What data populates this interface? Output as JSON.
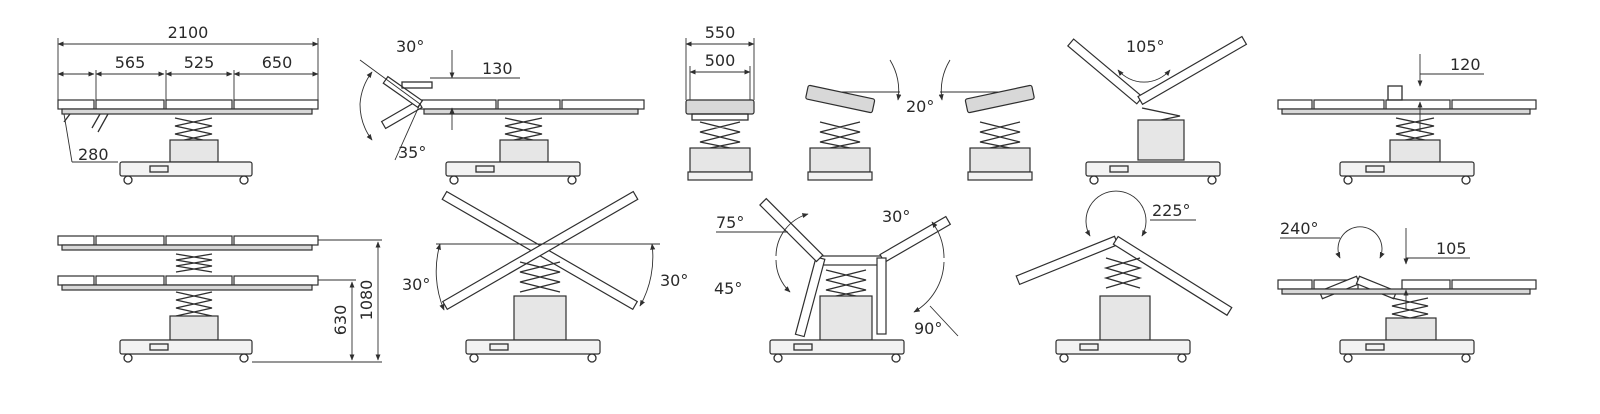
{
  "views": {
    "top_side": {
      "total_length": "2100",
      "seg_head": "565",
      "seg_back": "525",
      "seg_leg": "650",
      "head_rest": "280"
    },
    "head_tilt": {
      "angle_up": "30°",
      "angle_down": "35°",
      "height": "130"
    },
    "front": {
      "width_outer": "550",
      "width_inner": "500"
    },
    "lateral_tilt": {
      "angle": "20°"
    },
    "back_fold": {
      "angle": "105°"
    },
    "kidney_lift_top": {
      "height": "120"
    },
    "height_range": {
      "min": "630",
      "max": "1080"
    },
    "trendelenburg": {
      "angle_left": "30°",
      "angle_right": "30°"
    },
    "sections": {
      "back_up": "75°",
      "back_down": "45°",
      "leg_up": "30°",
      "leg_down": "90°"
    },
    "flex": {
      "angle": "225°"
    },
    "reflex": {
      "angle": "240°",
      "height": "105"
    }
  }
}
